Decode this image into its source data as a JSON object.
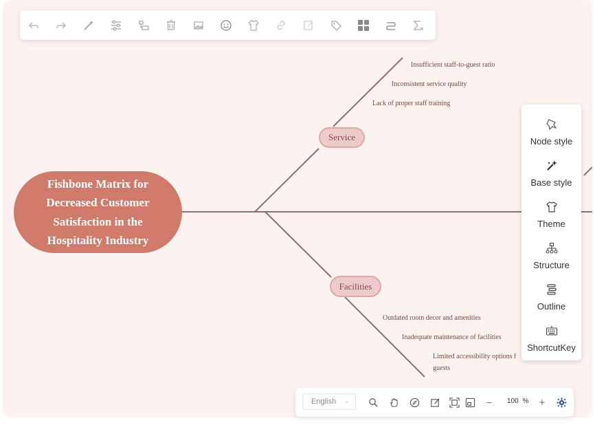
{
  "toolbar": {
    "icons": [
      "undo-icon",
      "redo-icon",
      "magic-wand-icon",
      "sliders-icon",
      "subtopic-icon",
      "trash-icon",
      "image-icon",
      "emoji-icon",
      "theme-shirt-icon",
      "link-icon",
      "note-icon",
      "tag-icon",
      "layout-grid-icon",
      "relation-icon",
      "formula-icon"
    ]
  },
  "mindmap": {
    "central_topic": "Fishbone Matrix for Decreased Customer Satisfaction in the Hospitality Industry",
    "branches": [
      {
        "label": "Service",
        "causes": [
          "Insufficient staff-to-guest ratio",
          "Inconsistent service quality",
          "Lack of proper staff training"
        ]
      },
      {
        "label": "Facilities",
        "causes": [
          "Outdated room decor and amenities",
          "Inadequate maintenance of facilities",
          "Limited accessibility options f",
          "guests"
        ]
      }
    ],
    "colors": {
      "central": "#d07a6c",
      "branch_fill": "#eccbca",
      "line": "#8e6f6f"
    }
  },
  "side_panel": {
    "items": [
      {
        "label": "Node style",
        "icon": "node-style-icon"
      },
      {
        "label": "Base style",
        "icon": "base-style-icon"
      },
      {
        "label": "Theme",
        "icon": "theme-icon"
      },
      {
        "label": "Structure",
        "icon": "structure-icon"
      },
      {
        "label": "Outline",
        "icon": "outline-icon"
      },
      {
        "label": "ShortcutKey",
        "icon": "keyboard-icon"
      }
    ]
  },
  "bottom_bar": {
    "language": "English",
    "zoom_value": "100",
    "zoom_unit": "%",
    "zoom_out_symbol": "−",
    "zoom_in_symbol": "+"
  }
}
